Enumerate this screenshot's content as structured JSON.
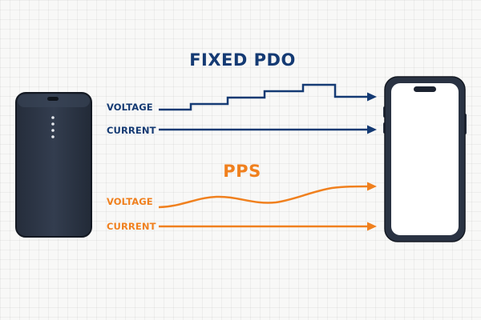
{
  "fixed_pdo": {
    "title": "FIXED PDO",
    "voltage_label": "VOLTAGE",
    "current_label": "CURRENT",
    "color": "#143a73"
  },
  "pps": {
    "title": "PPS",
    "voltage_label": "VOLTAGE",
    "current_label": "CURRENT",
    "color": "#f0801e"
  },
  "devices": {
    "source": "power-bank-icon",
    "sink": "smartphone-icon",
    "body_color": "#2a3343",
    "screen_color": "#ffffff"
  }
}
